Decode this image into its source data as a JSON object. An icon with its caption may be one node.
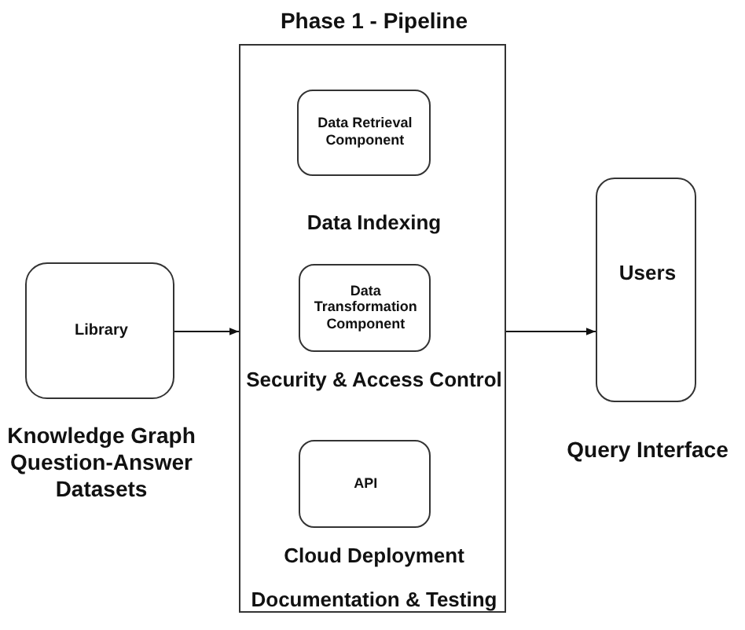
{
  "diagram": {
    "nodes": [
      {
        "text": [
          "Library"
        ],
        "beside": [
          "Knowledge Graph Question-Answer Datasets"
        ]
      },
      {
        "text": [
          "Phase 1 - Pipeline",
          "Data Indexing",
          "Security & Access Control",
          "Cloud Deployment",
          "Documentation & Testing"
        ]
      },
      {
        "text": [
          "Data Retrieval Component"
        ],
        "in": 1
      },
      {
        "text": [
          "Data Transformation Component"
        ],
        "in": 1
      },
      {
        "text": [
          "API"
        ],
        "in": 1
      },
      {
        "text": [
          "Users"
        ],
        "beside": [
          "Query Interface"
        ]
      }
    ],
    "edges": [
      {
        "from": 0,
        "to": 1,
        "arrow": "to"
      },
      {
        "from": 1,
        "to": 5,
        "arrow": "to"
      }
    ]
  }
}
